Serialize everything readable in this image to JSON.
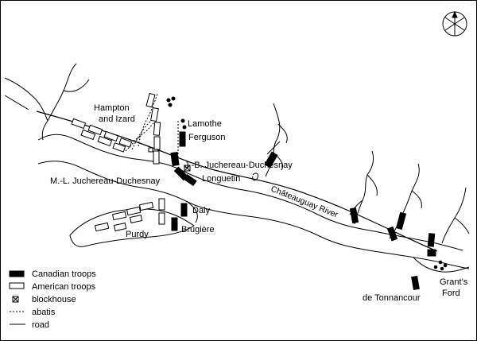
{
  "labels": {
    "hampton_izard": [
      "Hampton",
      "and Izard"
    ],
    "lamothe": "Lamothe",
    "ferguson": "Ferguson",
    "jb_juchereau": "J.-B. Juchereau-Duchesnay",
    "ml_juchereau": "M.-L. Juchereau-Duchesnay",
    "longuetin": "Longuetin",
    "river": "Châteauguay River",
    "daly": "Daly",
    "brugiere": "Brugière",
    "purdy": "Purdy",
    "grants_ford": [
      "Grant’s",
      "Ford"
    ],
    "de_tonnancour": "de Tonnancour"
  },
  "legend": {
    "canadian": "Canadian troops",
    "american": "American troops",
    "blockhouse": "blockhouse",
    "abatis": "abatis",
    "road": "road"
  },
  "colors": {
    "ink": "#000000",
    "paper": "#ffffff",
    "canadian_fill": "#000000",
    "american_fill": "#ffffff"
  },
  "compass": "compass-rose-icon"
}
